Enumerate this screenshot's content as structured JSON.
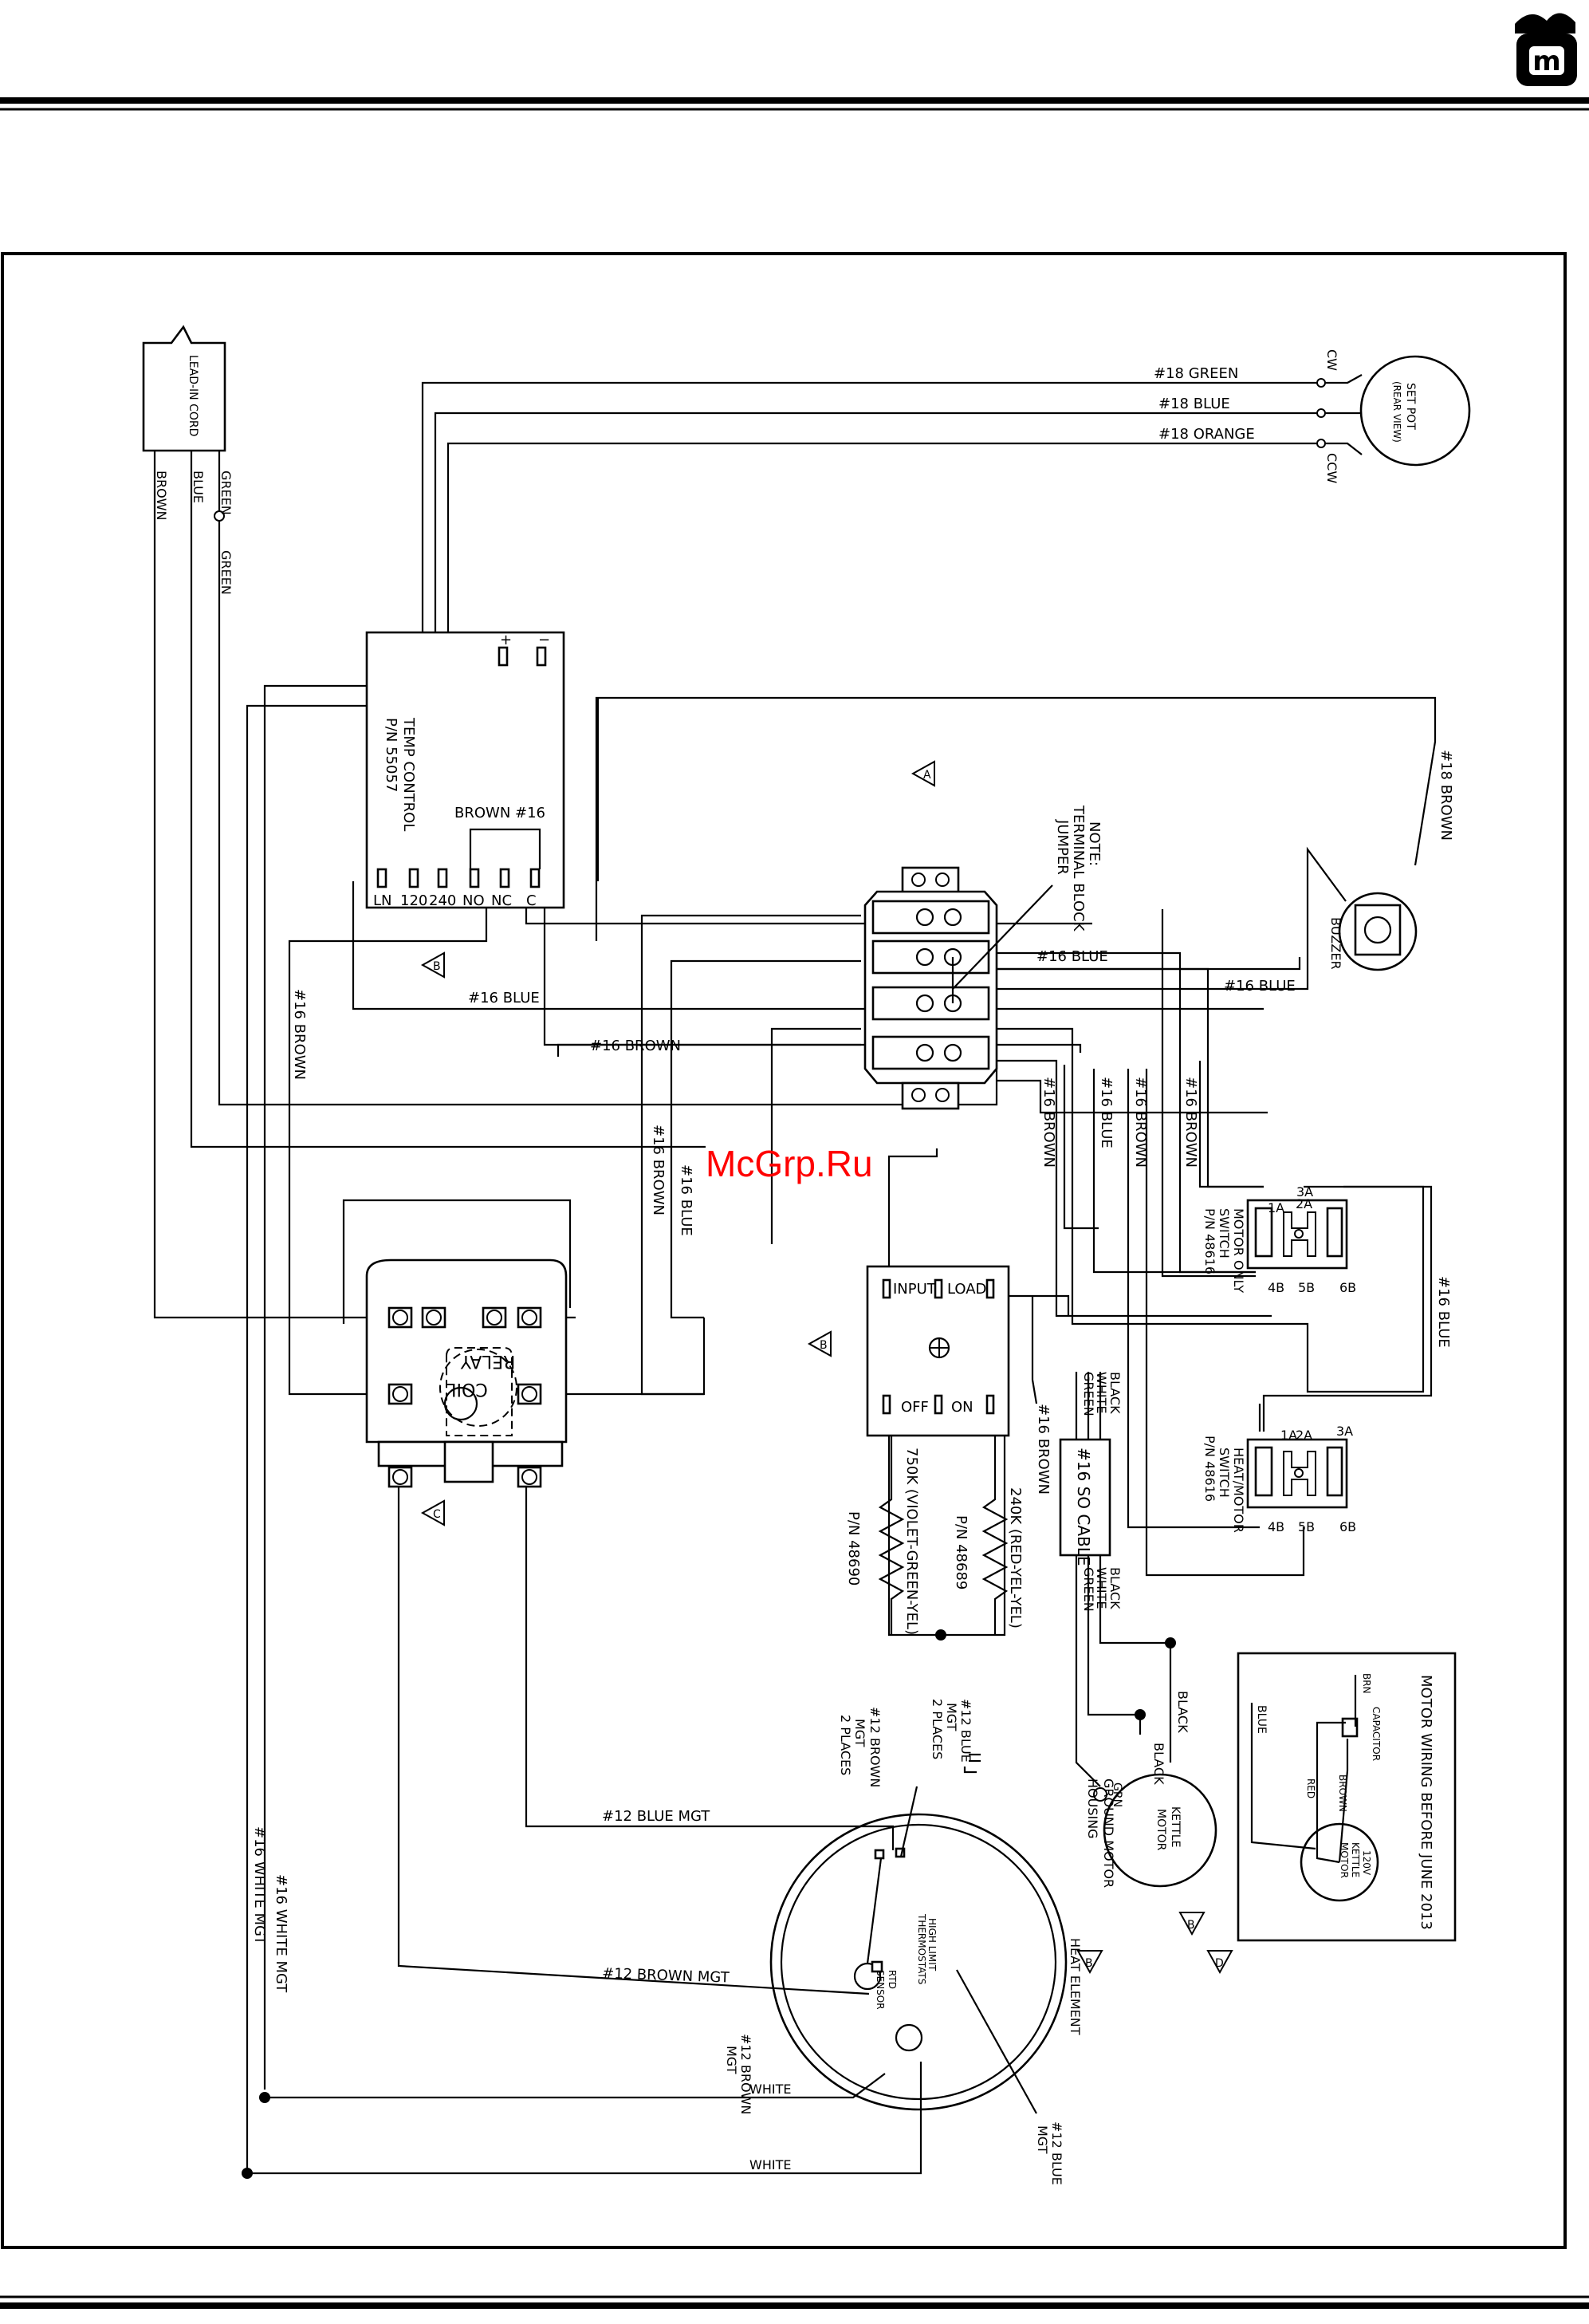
{
  "watermark": "McGrp.Ru",
  "header": {
    "logo_letter": "m"
  },
  "cord": {
    "label": "LEAD-IN CORD",
    "wires": [
      "BROWN",
      "BLUE",
      "GREEN"
    ],
    "ground_label": "GREEN"
  },
  "set_pot": {
    "label_line1": "SET POT",
    "label_line2": "(REAR VIEW)",
    "terminals": [
      "CW",
      "CCW"
    ],
    "wires": [
      "#18 GREEN",
      "#18 BLUE",
      "#18 ORANGE"
    ]
  },
  "temp_control": {
    "label_line1": "TEMP CONTROL",
    "label_line2": "P/N 55057",
    "plus": "+",
    "minus": "−",
    "terminals": [
      "LN",
      "120",
      "240",
      "NO",
      "NC",
      "C"
    ],
    "jumper_wire": "BROWN #16"
  },
  "note": {
    "line1": "NOTE:",
    "line2": "TERMINAL BLOCK",
    "line3": "JUMPER"
  },
  "buzzer": {
    "label": "BUZZER",
    "wire": "#18 BROWN"
  },
  "wire_labels": {
    "blue16_a": "#16 BLUE",
    "blue16_b": "#16 BLUE",
    "blue16_c": "#16 BLUE",
    "brown16_a": "#16 BROWN",
    "brown16_vert_left": "#16 BROWN",
    "brown16_relay": "#16 BROWN",
    "blue16_relay": "#16 BLUE",
    "brown16_v1": "#16 BROWN",
    "blue16_v2": "#16 BLUE",
    "brown16_v3": "#16 BROWN",
    "brown16_v4": "#16 BROWN",
    "blue16_right": "#16 BLUE",
    "brown16_switch": "#16 BROWN",
    "blue12_mgt": "#12 BLUE MGT",
    "brown12_mgt": "#12 BROWN MGT",
    "white16_mgt_a": "#16 WHITE MGT",
    "white16_mgt_b": "#16 WHITE MGT",
    "white_a": "WHITE",
    "white_b": "WHITE"
  },
  "motor_switch": {
    "line1": "MOTOR ONLY",
    "line2": "SWITCH",
    "line3": "P/N 48616",
    "terminals": [
      "3A",
      "2A",
      "1A",
      "4B",
      "5B",
      "6B"
    ]
  },
  "heat_switch": {
    "line1": "HEAT/MOTOR",
    "line2": "SWITCH",
    "line3": "P/N 48616",
    "terminals": [
      "3A",
      "2A",
      "1A",
      "4B",
      "5B",
      "6B"
    ]
  },
  "relay": {
    "label_line1": "RELAY",
    "label_line2": "COIL"
  },
  "power_switch": {
    "terminals": [
      "INPUT",
      "LOAD",
      "OFF",
      "ON"
    ]
  },
  "resistors": {
    "r1": "750K (VIOLET-GREEN-YEL)",
    "r1_pn": "P/N 48690",
    "r2": "240K (RED-YEL-YEL)",
    "r2_pn": "P/N 48689"
  },
  "so_cable": {
    "label": "#16 SO CABLE",
    "wires_top": [
      "BLACK",
      "WHITE",
      "GREEN"
    ],
    "wires_bottom": [
      "BLACK",
      "WHITE",
      "GREEN"
    ]
  },
  "kettle_motor": {
    "label_line1": "KETTLE",
    "label_line2": "MOTOR",
    "wire_a": "BLACK",
    "wire_b": "BLACK",
    "ground_line1": "GROUND MOTOR",
    "ground_line2": "HOUSING",
    "grn": "GRN"
  },
  "heat_element": {
    "label": "HEAT ELEMENT",
    "high_limit_line1": "HIGH LIMIT",
    "high_limit_line2": "THERMOSTATS",
    "rtd_line1": "RTD",
    "rtd_line2": "SENSOR",
    "blue_mgt_line1": "#12 BLUE",
    "blue_mgt_line2": "MGT",
    "blue_mgt_line3": "2 PLACES",
    "brown_mgt_line1": "#12 BROWN",
    "brown_mgt_line2": "MGT",
    "brown_mgt_line3": "2 PLACES",
    "brown_mgt2_line1": "#12 BROWN",
    "brown_mgt2_line2": "MGT",
    "blue_mgt2_line1": "#12 BLUE",
    "blue_mgt2_line2": "MGT"
  },
  "inset": {
    "title": "MOTOR WIRING BEFORE JUNE 2013",
    "motor_line1": "120V",
    "motor_line2": "KETTLE",
    "motor_line3": "MOTOR",
    "capacitor": "CAPACITOR",
    "wires": [
      "BRN",
      "BROWN",
      "RED",
      "BLUE"
    ]
  },
  "revision_markers": [
    "A",
    "B",
    "C",
    "D"
  ]
}
